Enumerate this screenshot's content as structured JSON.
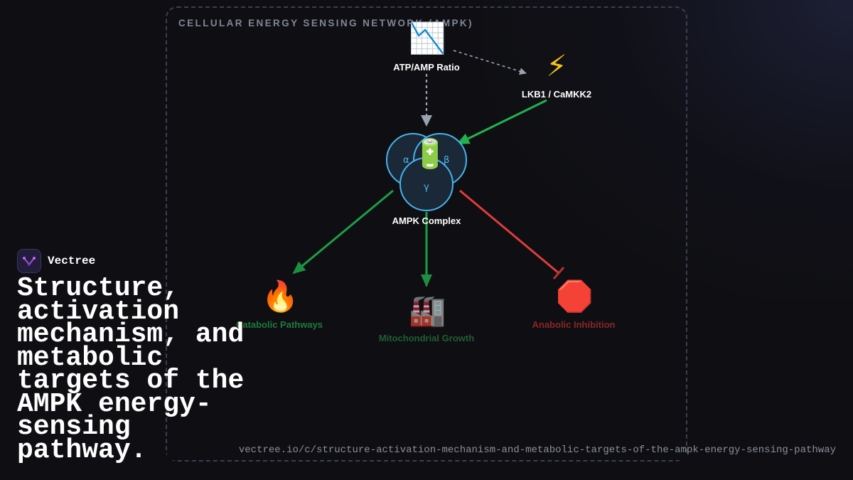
{
  "diagram": {
    "title": "CELLULAR ENERGY SENSING NETWORK (AMPK)",
    "nodes": {
      "atp": {
        "icon": "📉",
        "icon_name": "chart-decreasing-icon",
        "label": "ATP/AMP Ratio"
      },
      "lkb1": {
        "icon": "⚡",
        "icon_name": "lightning-icon",
        "label": "LKB1 / CaMKK2"
      },
      "ampk": {
        "icon": "🔋",
        "icon_name": "battery-icon",
        "label": "AMPK Complex",
        "subunits": {
          "alpha": "α",
          "beta": "β",
          "gamma": "γ"
        }
      },
      "catabolic": {
        "icon": "🔥",
        "icon_name": "fire-icon",
        "label": "Catabolic Pathways"
      },
      "mito": {
        "icon": "🏭",
        "icon_name": "factory-icon",
        "label": "Mitochondrial Growth"
      },
      "anabolic": {
        "icon": "🛑",
        "icon_name": "stop-sign-icon",
        "label": "Anabolic Inhibition"
      }
    },
    "colors": {
      "activate": "#22b14c",
      "inhibit": "#e03c3c",
      "signal": "#9aa3b2",
      "subunit_stroke": "#45b5ee",
      "catabolic_label": "#1c7a3c",
      "mito_label": "#1f5e33",
      "anabolic_label": "#8a2525"
    }
  },
  "brand": {
    "name": "Vectree"
  },
  "headline": "Structure, activation mechanism, and metabolic targets of the AMPK energy-sensing pathway.",
  "url": "vectree.io/c/structure-activation-mechanism-and-metabolic-targets-of-the-ampk-energy-sensing-pathway"
}
